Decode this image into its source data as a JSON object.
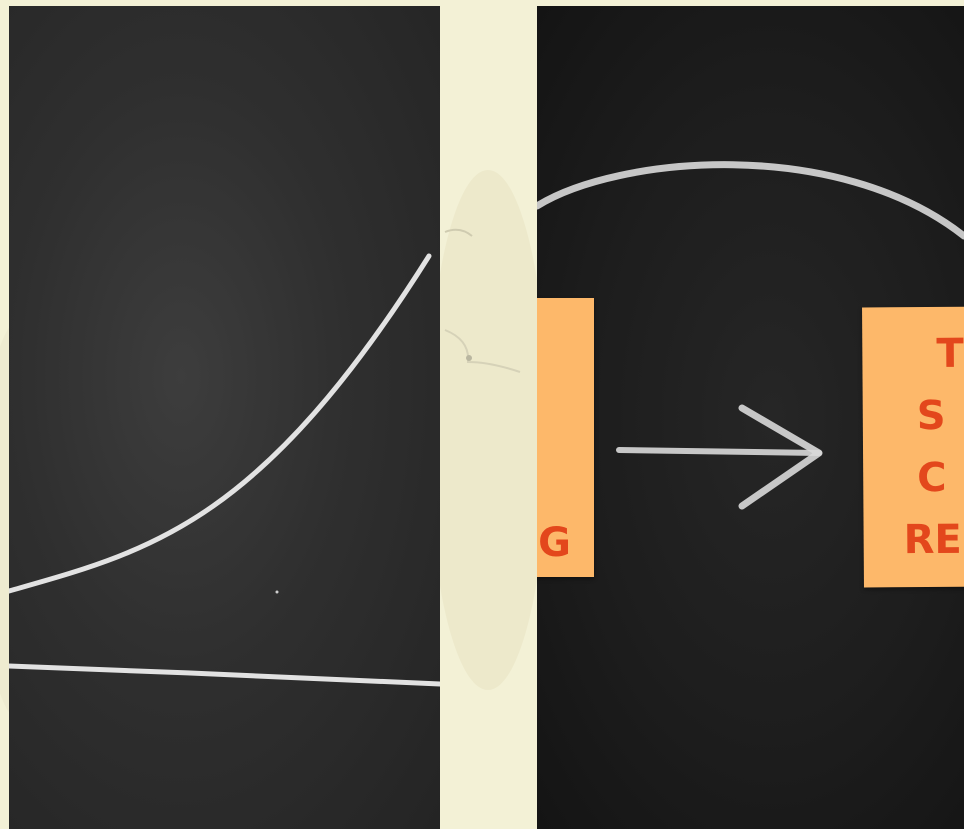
{
  "left_note": {
    "text": "G"
  },
  "right_note": {
    "lines": [
      "T",
      "S",
      "C",
      "RES"
    ]
  },
  "colors": {
    "page_background": "#f3f1d6",
    "chalkboard": "#2b2b2b",
    "chalk": "#ececec",
    "sticky_note": "#fdb86a",
    "note_text": "#e3471c"
  }
}
